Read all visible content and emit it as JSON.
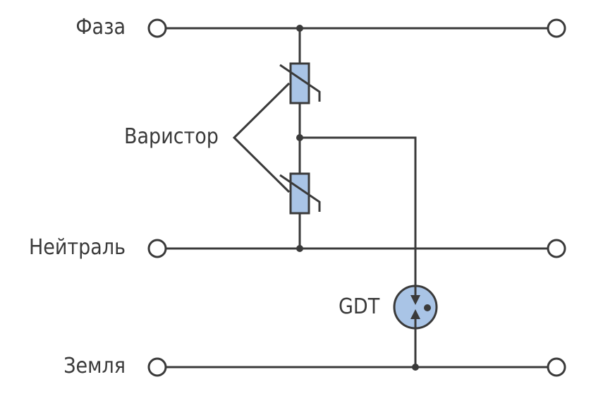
{
  "labels": {
    "phase": "Фаза",
    "neutral": "Нейтраль",
    "earth": "Земля",
    "varistor": "Варистор",
    "gdt": "GDT"
  },
  "colors": {
    "line": "#3a3a3a",
    "component_fill": "#a9c4e6",
    "background": "#ffffff"
  }
}
